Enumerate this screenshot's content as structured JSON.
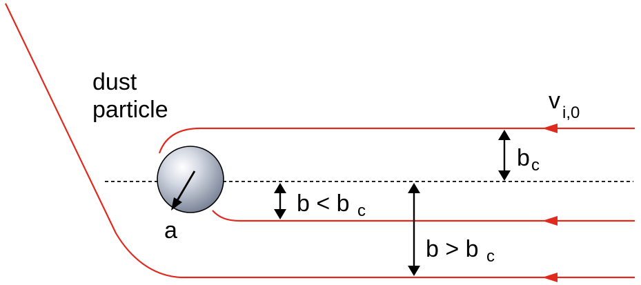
{
  "labels": {
    "dust_line1": "dust",
    "dust_line2": "particle",
    "velocity_main": "v",
    "velocity_sub": "i,0",
    "radius": "a",
    "bc_main": "b",
    "bc_sub": "c",
    "b_less_main": "b < b",
    "b_less_sub": "c",
    "b_greater_main": "b > b",
    "b_greater_sub": "c"
  },
  "colors": {
    "trajectory": "#e02a1e",
    "axis": "#000000",
    "particle_fill": "#aab3c4",
    "arrow": "#000000"
  }
}
